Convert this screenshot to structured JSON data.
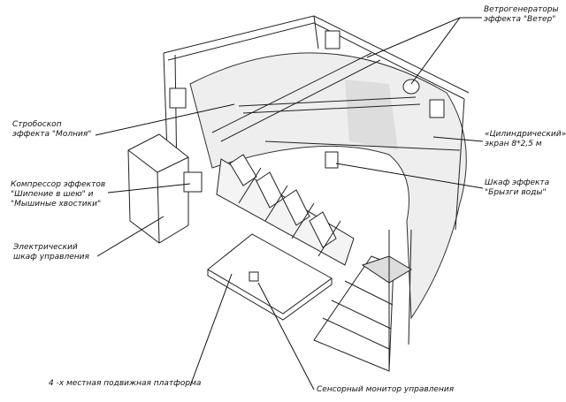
{
  "labels": {
    "wind": {
      "line1": "Ветрогенераторы",
      "line2": "эффекта \"Ветер\""
    },
    "strobe": {
      "line1": "Стробоскоп",
      "line2": "эффекта \"Молния\""
    },
    "screen": {
      "line1": "«Цилиндрический»",
      "line2": "экран 8*2,5 м"
    },
    "compressor": {
      "line1": "Компрессор эффектов",
      "line2": "\"Шипение в шею\" и",
      "line3": "\"Мышиные хвостики\""
    },
    "water": {
      "line1": "Шкаф эффекта",
      "line2": "\"Брызги воды\""
    },
    "cabinet": {
      "line1": "Электрический",
      "line2": "шкаф управления"
    },
    "platform": {
      "line1": "4 -х местная подвижная платформа"
    },
    "monitor": {
      "line1": "Сенсорный монитор управления"
    }
  }
}
